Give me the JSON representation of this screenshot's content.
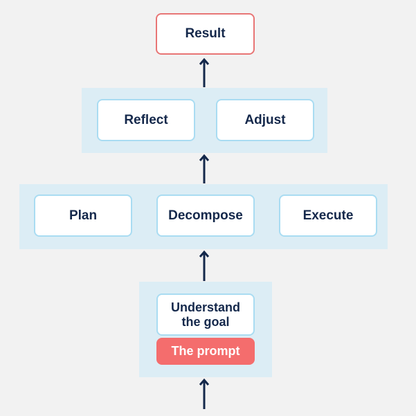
{
  "diagram": {
    "result": "Result",
    "reflect_stage": {
      "reflect": "Reflect",
      "adjust": "Adjust"
    },
    "execution_stage": {
      "plan": "Plan",
      "decompose": "Decompose",
      "execute": "Execute"
    },
    "input_stage": {
      "understand_line1": "Understand",
      "understand_line2": "the goal",
      "prompt": "The prompt"
    }
  },
  "colors": {
    "background": "#f2f2f2",
    "panel": "#dcedf5",
    "node_border": "#a9dcf2",
    "text": "#14284b",
    "accent_red": "#f46d6d",
    "arrow": "#14284b"
  },
  "icons": [
    "arrow-up-icon"
  ]
}
